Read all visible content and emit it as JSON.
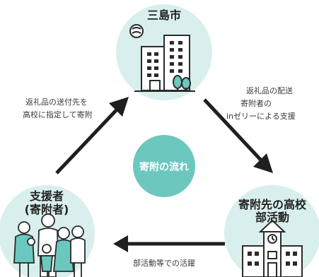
{
  "colors": {
    "circle_fill": "#d8efed",
    "center_fill": "#6cc7bf",
    "arrow": "#1f1f1f",
    "stroke": "#2b2b2b",
    "accent": "#6cc7bf"
  },
  "nodes": {
    "city": {
      "title": "三島市"
    },
    "school": {
      "title_line1": "寄附先の高校",
      "title_line2": "部活動"
    },
    "supporters": {
      "title_line1": "支援者",
      "title_line2": "(寄附者)"
    }
  },
  "center": {
    "label": "寄附の流れ"
  },
  "edges": {
    "supporters_to_city": {
      "line1": "返礼品の送付先を",
      "line2": "高校に指定して寄附"
    },
    "city_to_school": {
      "line1": "返礼品の配送",
      "line2": "寄附者の",
      "line3": "inゼリーによる支援"
    },
    "school_to_supporters": {
      "line1": "部活動等での活躍"
    }
  }
}
